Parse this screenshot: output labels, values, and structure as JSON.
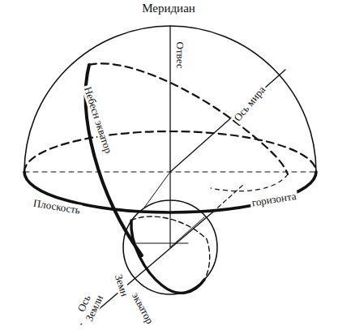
{
  "diagram": {
    "labels": [
      "Меридиан",
      "Отвес",
      "Небесн экватор",
      "Ось мира",
      "Плоскость",
      "горизонта",
      "Земн",
      "экватор",
      "Ось Земли"
    ]
  }
}
